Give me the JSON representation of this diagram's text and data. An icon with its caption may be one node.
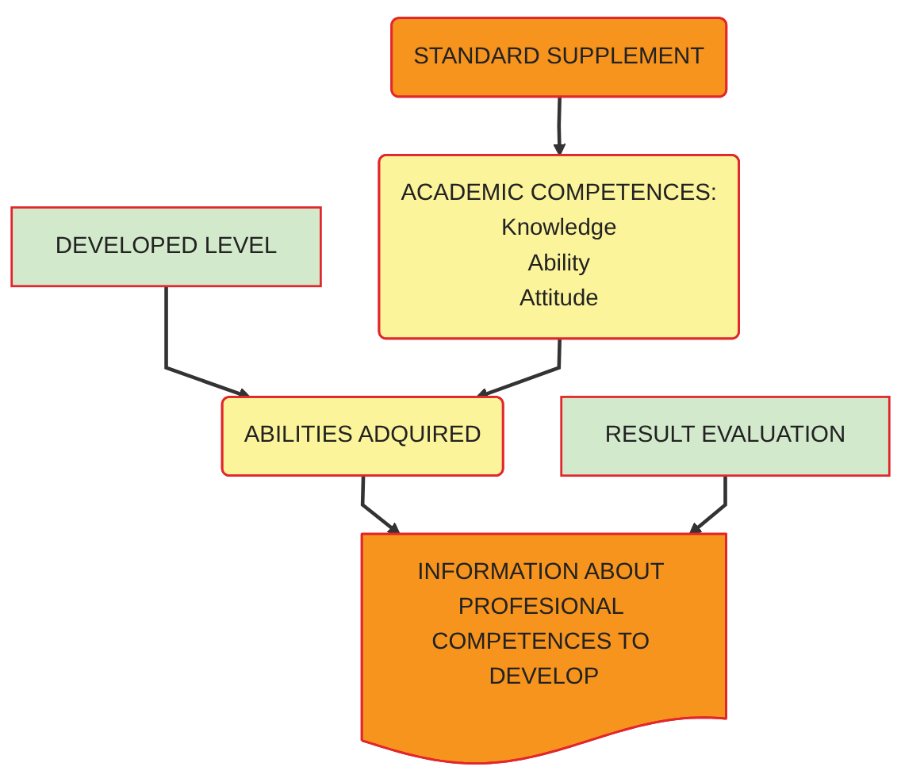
{
  "diagram": {
    "nodes": [
      {
        "text": [
          "STANDARD SUPPLEMENT"
        ]
      },
      {
        "text": [
          "DEVELOPED LEVEL"
        ]
      },
      {
        "text": [
          "ACADEMIC COMPETENCES:",
          "Knowledge",
          "Ability",
          "Attitude"
        ]
      },
      {
        "text": [
          "ABILITIES ADQUIRED"
        ]
      },
      {
        "text": [
          "RESULT EVALUATION"
        ]
      },
      {
        "text": [
          "INFORMATION ABOUT PROFESIONAL COMPETENCES TO DEVELOP"
        ]
      }
    ],
    "edges": [
      {
        "from": 0,
        "to": 2,
        "arrow": "to"
      },
      {
        "from": 1,
        "to": 3,
        "arrow": "to"
      },
      {
        "from": 2,
        "to": 3,
        "arrow": "to"
      },
      {
        "from": 3,
        "to": 5,
        "arrow": "to"
      },
      {
        "from": 4,
        "to": 5,
        "arrow": "to"
      }
    ]
  }
}
